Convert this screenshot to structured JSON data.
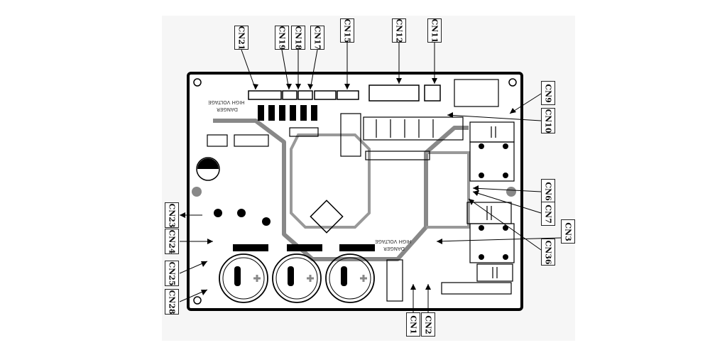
{
  "diagram": {
    "labels": {
      "cn21": "CN21",
      "cn19": "CN19",
      "cn18": "CN18",
      "cn17": "CN17",
      "cn15": "CN15",
      "cn12": "CN12",
      "cn11": "CN11",
      "cn9": "CN9",
      "cn10": "CN10",
      "cn6": "CN6",
      "cn7": "CN7",
      "cn3": "CN3",
      "cn36": "CN36",
      "cn23": "CN23",
      "cn24": "CN24",
      "cn25": "CN25",
      "cn28": "CN28",
      "cn1": "CN1",
      "cn2": "CN2"
    },
    "board_marking_1": "HIGH VOLTAGE",
    "board_marking_2": "DANGER",
    "board_marking_3": "HIGH VOLTAGE",
    "board_marking_4": "DANGER"
  }
}
